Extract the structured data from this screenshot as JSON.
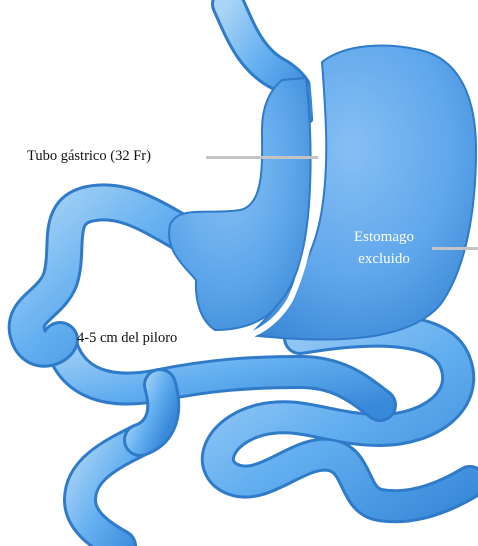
{
  "labels": {
    "tubo": "Tubo gástrico (32 Fr)",
    "excluido_line1": "Estomago",
    "excluido_line2": "excluido",
    "piloro": "4-5 cm del piloro"
  },
  "colors": {
    "tube_light": "#a9d4f6",
    "tube_mid": "#64aff0",
    "tube_dark": "#3889d9",
    "excluded_stomach": "#5ea6eb",
    "leader_line": "#c4c4c4",
    "background": "#ffffff"
  }
}
